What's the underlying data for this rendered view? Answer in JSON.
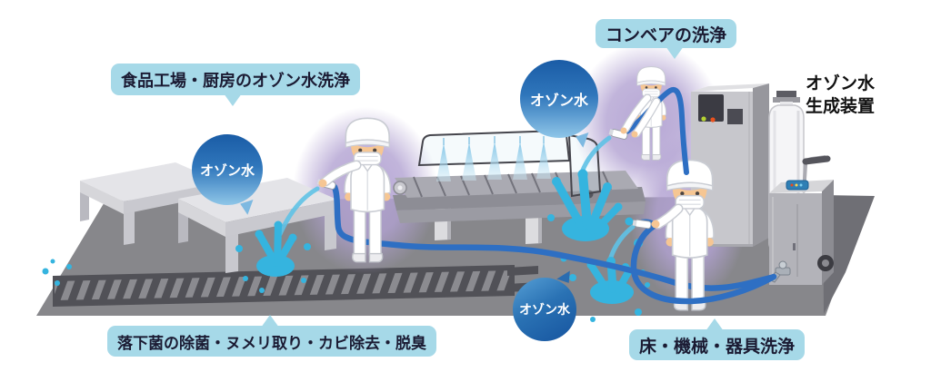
{
  "labels": {
    "factory_cleaning": "食品工場・厨房のオゾン水洗浄",
    "conveyor_cleaning": "コンベアの洗浄",
    "drain_benefits": "落下菌の除菌・ヌメリ取り・カビ除去・脱臭",
    "floor_machine_cleaning": "床・機械・器具洗浄",
    "ozone_water": "オゾン水",
    "generator_title": "オゾン水\n生成装置"
  },
  "scene": {
    "elements": [
      "worker-spraying-work-tables",
      "worker-spraying-conveyor",
      "worker-spraying-floor",
      "conveyor-washing-machine",
      "work-tables",
      "floor-drain-grate",
      "ozone-generator-cabinet",
      "water-tank",
      "portable-ozone-cart",
      "water-hoses",
      "water-splashes"
    ]
  },
  "colors": {
    "label_bg": "#a6d9e8",
    "label_text": "#1b1b33",
    "ozone_bubble_dark": "#1a5ca6",
    "ozone_bubble_light": "#8fc6e8",
    "water_splash": "#35b4df",
    "hose_blue": "#2e6fc3",
    "floor_gray": "#87878b",
    "glow_purple": "#b2a2d2",
    "generator_text": "#111111"
  }
}
